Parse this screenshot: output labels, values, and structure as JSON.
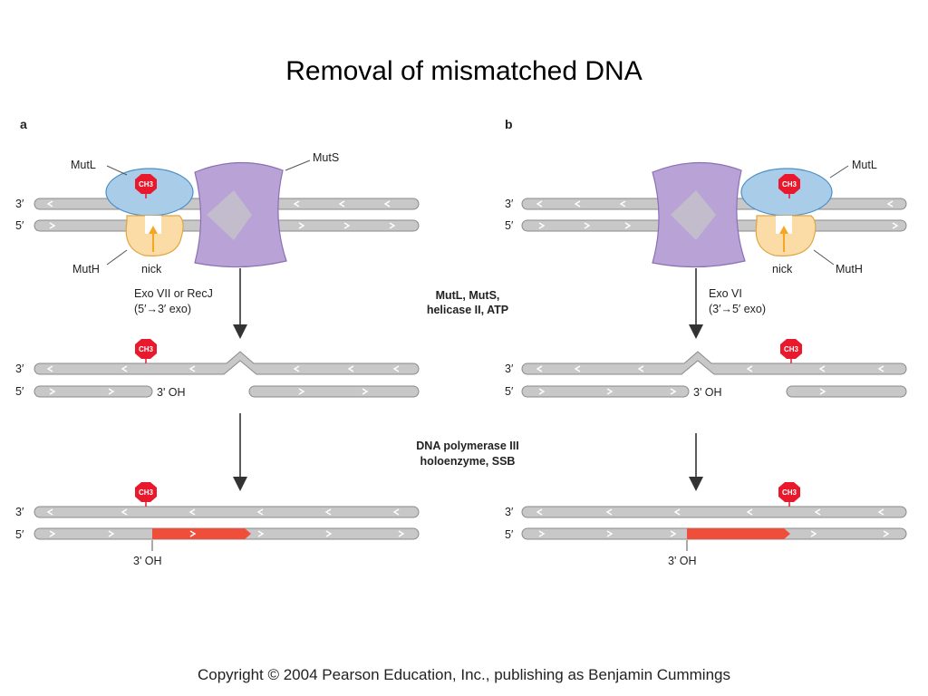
{
  "title": "Removal of mismatched DNA",
  "copyright": "Copyright © 2004 Pearson Education, Inc., publishing as Benjamin Cummings",
  "colors": {
    "strand": "#c8c8c8",
    "strand_edge": "#8a8a8a",
    "mutl": "#a9cde9",
    "muts": "#b9a2d6",
    "muth": "#fbdca6",
    "methyl": "#e8192c",
    "new_dna": "#ef4e3a",
    "nick_arrow": "#f5a623"
  },
  "panel_a": {
    "letter": "a",
    "strand_3": "3′",
    "strand_5": "5′",
    "mutl": "MutL",
    "muts": "MutS",
    "muth": "MutH",
    "nick": "nick",
    "exo_line1": "Exo VII or RecJ",
    "exo_line2": "(5′→3′ exo)",
    "oh_mid": "3' OH",
    "oh_bottom": "3' OH",
    "methyl": "CH3"
  },
  "panel_b": {
    "letter": "b",
    "strand_3": "3′",
    "strand_5": "5′",
    "mutl": "MutL",
    "muth": "MutH",
    "nick": "nick",
    "exo_line1": "Exo VI",
    "exo_line2": "(3′→5′ exo)",
    "oh_mid": "3' OH",
    "oh_bottom": "3' OH",
    "methyl": "CH3"
  },
  "center": {
    "step1_line1": "MutL, MutS,",
    "step1_line2": "helicase II, ATP",
    "step2_line1": "DNA polymerase III",
    "step2_line2": "holoenzyme, SSB"
  }
}
